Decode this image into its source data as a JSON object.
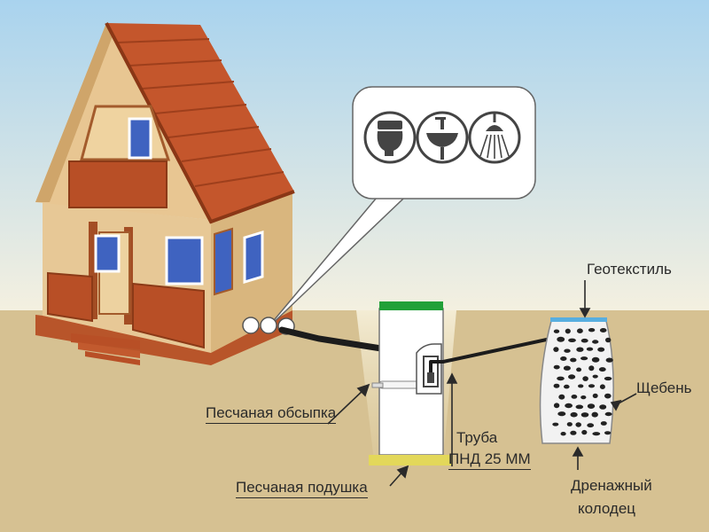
{
  "labels": {
    "geotextile": "Геотекстиль",
    "crushed_stone": "Щебень",
    "sand_backfill": "Песчаная обсыпка",
    "sand_cushion": "Песчаная подушка",
    "pipe_line1": "Труба",
    "pipe_line2": "ПНД 25 ММ",
    "drain_well_line1": "Дренажный",
    "drain_well_line2": "колодец"
  },
  "icons": [
    "toilet-icon",
    "sink-icon",
    "shower-icon"
  ],
  "colors": {
    "sky_top": "#a9d3ee",
    "sky_bottom": "#f4f0e0",
    "ground": "#d6c192",
    "roof": "#c4562c",
    "wall": "#e7c896",
    "trim": "#9a4a22",
    "window": "#3f63c0",
    "tank_lid": "#21a038",
    "sand_cushion": "#e3d85a",
    "geotextile": "#58aee0",
    "pipe": "#1c1c1c"
  }
}
